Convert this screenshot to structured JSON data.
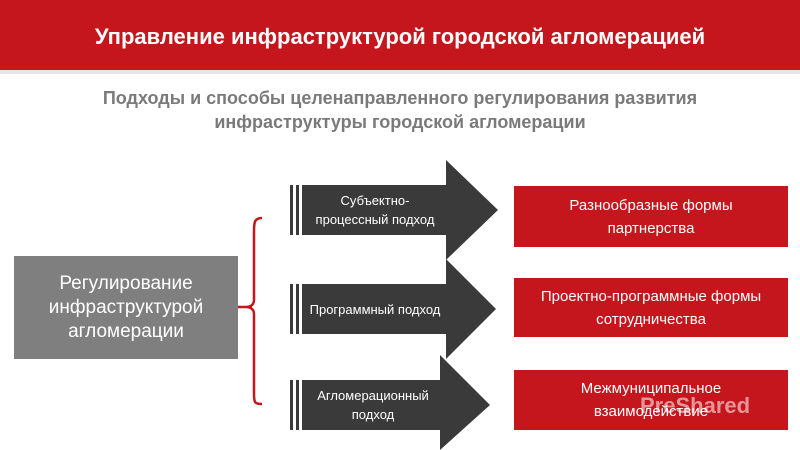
{
  "header": {
    "title": "Управление инфраструктурой городской агломерацией"
  },
  "subtitle": "Подходы и способы целенаправленного регулирования развития инфраструктуры городской агломерации",
  "main_node": {
    "label": "Регулирование инфраструктурой агломерации"
  },
  "approaches": [
    {
      "label": "Субъектно-процессный подход"
    },
    {
      "label": "Программный подход"
    },
    {
      "label": "Агломерационный подход"
    }
  ],
  "results": [
    {
      "label": "Разнообразные формы партнерства"
    },
    {
      "label": "Проектно-программные формы сотрудничества"
    },
    {
      "label": "Межмуниципальное взаимодействие"
    }
  ],
  "watermark": "PreShared",
  "colors": {
    "accent": "#c4161c",
    "arrow": "#3a3a3a",
    "box_gray": "#7f7f7f",
    "subtitle": "#7a7a7a"
  }
}
